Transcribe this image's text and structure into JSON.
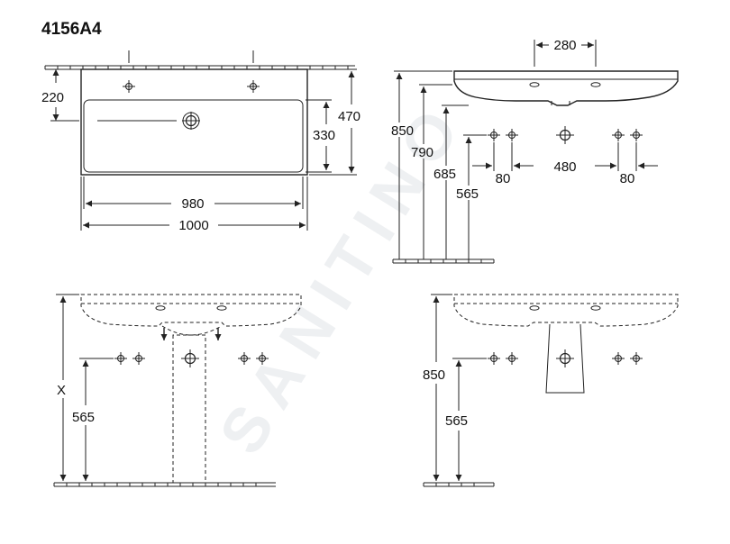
{
  "drawing": {
    "title": "4156A4",
    "watermark": "SANITINO"
  },
  "top_view": {
    "dim_taps_offset": "220",
    "dim_depth_outer": "470",
    "dim_depth_inner": "330",
    "dim_width_inner": "980",
    "dim_width_outer": "1000"
  },
  "side_view": {
    "dim_tap_spacing": "280",
    "dim_height_rim": "850",
    "dim_height_790": "790",
    "dim_height_685": "685",
    "dim_height_565": "565",
    "dim_fixing_left": "80",
    "dim_fixing_center": "480",
    "dim_fixing_right": "80"
  },
  "pedestal_view": {
    "dim_height_x": "X",
    "dim_height_565": "565"
  },
  "semi_pedestal_view": {
    "dim_height_850": "850",
    "dim_height_565": "565"
  },
  "colors": {
    "line": "#222222",
    "watermark": "#eef0f2"
  }
}
